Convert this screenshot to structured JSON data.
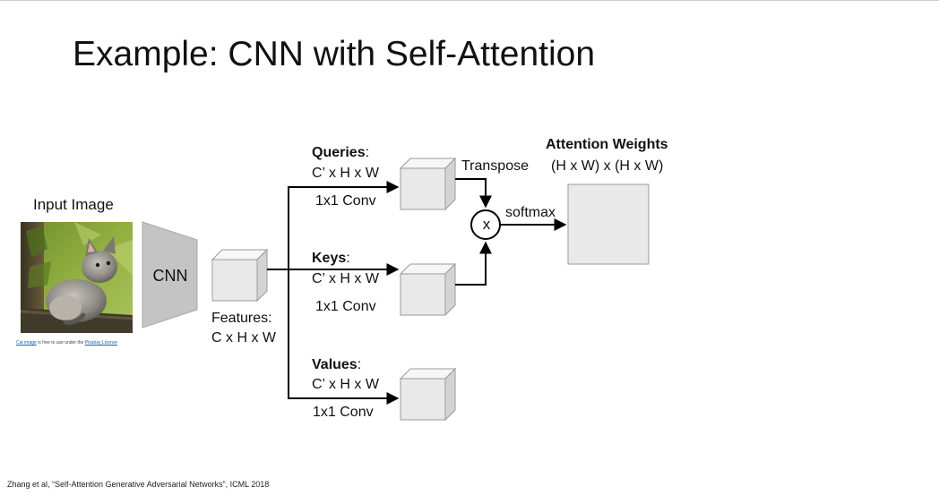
{
  "slide": {
    "title": "Example: CNN with Self-Attention"
  },
  "input": {
    "label": "Input Image",
    "credit_link": "Cat image",
    "credit_text": " is free to use under the ",
    "credit_license": "Pixabay License"
  },
  "cnn": {
    "label": "CNN"
  },
  "features": {
    "label": "Features:",
    "dims": "C x H x W"
  },
  "queries": {
    "label": "Queries",
    "colon": ":",
    "dims": "C’ x H x W",
    "conv": "1x1 Conv"
  },
  "keys": {
    "label": "Keys",
    "colon": ":",
    "dims": "C’ x H x W",
    "conv": "1x1 Conv"
  },
  "values": {
    "label": "Values",
    "colon": ":",
    "dims": "C’ x H x W",
    "conv": "1x1 Conv"
  },
  "ops": {
    "transpose": "Transpose",
    "multiply": "x",
    "softmax": "softmax"
  },
  "attention": {
    "title": "Attention Weights",
    "dims": "(H x W) x (H x W)"
  },
  "citation": "Zhang et al, “Self-Attention Generative Adversarial Networks”, ICML 2018",
  "colors": {
    "box_fill": "#e9e9e9",
    "box_stroke": "#9a9a9a",
    "cnn_fill": "#c4c4c4",
    "line": "#000000",
    "link": "#1a5fb4"
  }
}
